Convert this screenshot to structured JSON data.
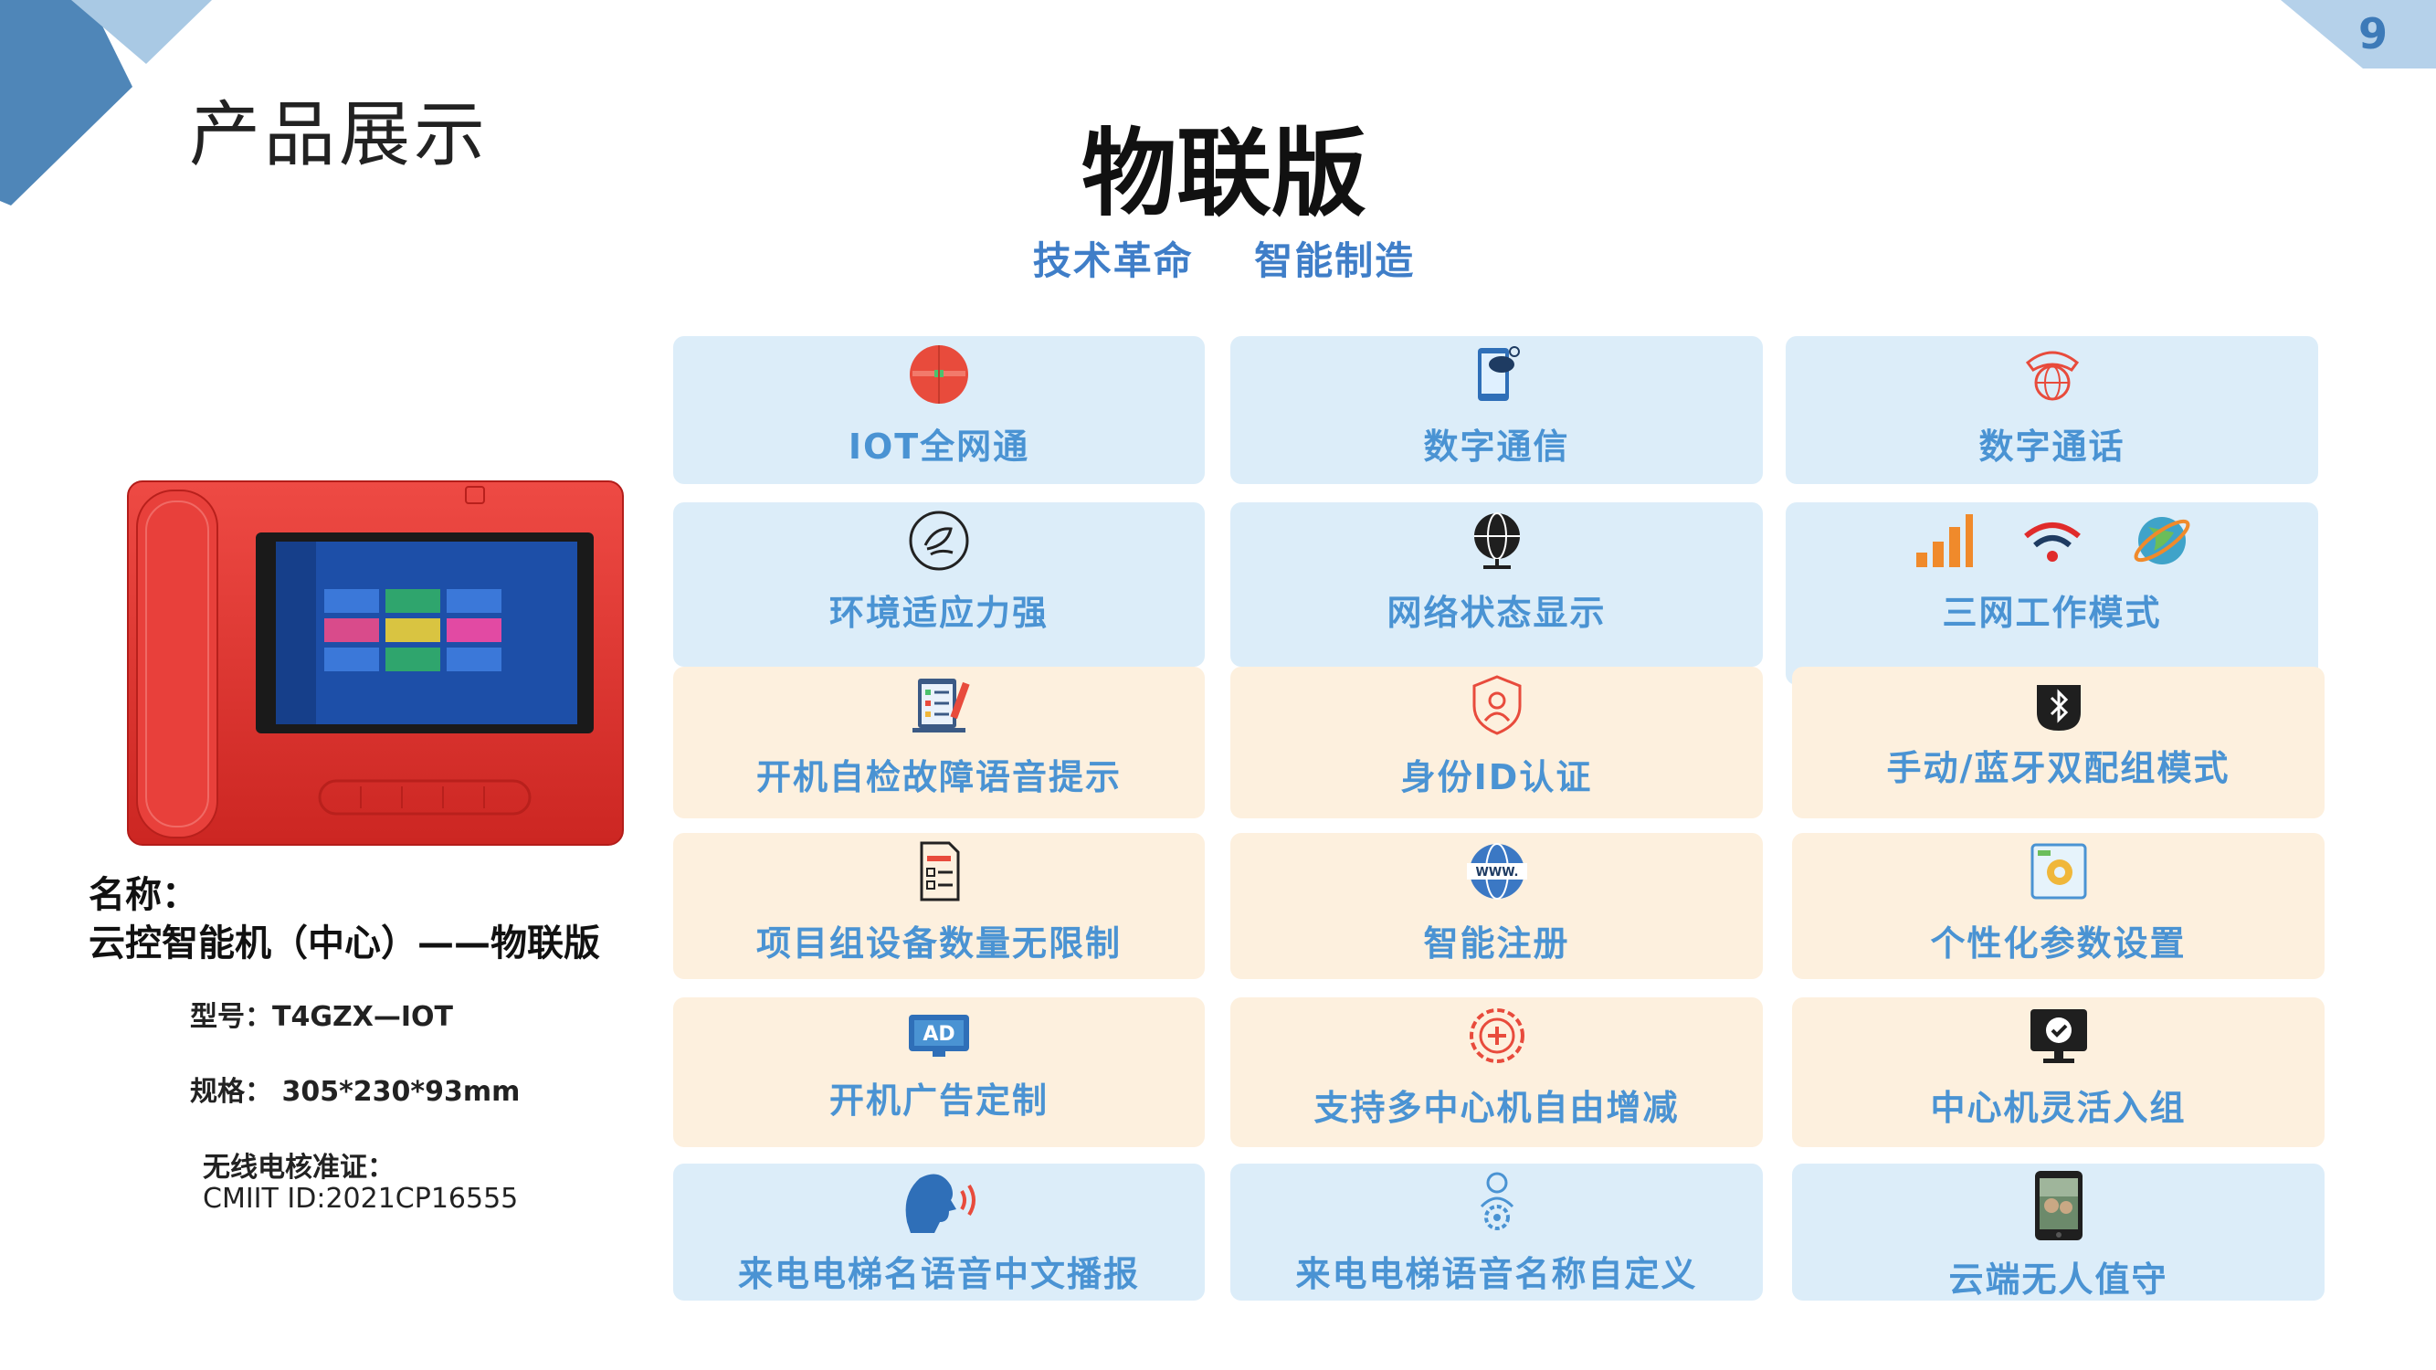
{
  "slide": {
    "page_number": "9",
    "section_title": "产品展示",
    "main_title": "物联版",
    "subtitle": "技术革命    智能制造"
  },
  "product": {
    "name_label": "名称：",
    "name": "云控智能机（中心）——物联版",
    "model": "型号：T4GZX—IOT",
    "size": "规格：  305*230*93mm",
    "cert_label": "无线电核准证：",
    "cert_id": "CMIIT ID:2021CP16555"
  },
  "features": [
    {
      "label": "IOT全网通",
      "icon": "globe-signal-icon"
    },
    {
      "label": "数字通信",
      "icon": "phone-cloud-icon"
    },
    {
      "label": "数字通话",
      "icon": "telephone-globe-icon"
    },
    {
      "label": "环境适应力强",
      "icon": "leaves-circle-icon"
    },
    {
      "label": "网络状态显示",
      "icon": "network-globe-icon"
    },
    {
      "label": "三网工作模式",
      "icon": "signal-wifi-satellite-icon"
    },
    {
      "label": "开机自检故障语音提示",
      "icon": "checklist-icon"
    },
    {
      "label": "身份ID认证",
      "icon": "shield-user-icon"
    },
    {
      "label": "手动/蓝牙双配组模式",
      "icon": "bluetooth-icon"
    },
    {
      "label": "项目组设备数量无限制",
      "icon": "document-list-icon"
    },
    {
      "label": "智能注册",
      "icon": "www-globe-icon"
    },
    {
      "label": "个性化参数设置",
      "icon": "settings-gear-icon"
    },
    {
      "label": "开机广告定制",
      "icon": "ad-badge-icon"
    },
    {
      "label": "支持多中心机自由增减",
      "icon": "plus-gear-icon"
    },
    {
      "label": "中心机灵活入组",
      "icon": "monitor-check-icon"
    },
    {
      "label": "来电电梯名语音中文播报",
      "icon": "speaking-head-icon"
    },
    {
      "label": "来电电梯语音名称自定义",
      "icon": "user-gear-icon"
    },
    {
      "label": "云端无人值守",
      "icon": "smartphone-photo-icon"
    }
  ],
  "colors": {
    "accent_blue": "#4a93d3",
    "card_blue": "#dcedf9",
    "card_peach": "#fdf0de",
    "device_red": "#e0322f",
    "corner_blue": "#4f86b8"
  }
}
